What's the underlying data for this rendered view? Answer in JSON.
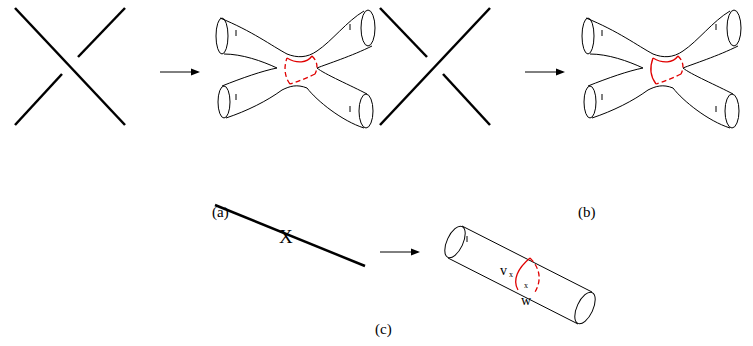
{
  "diagram": {
    "labels": [
      "(a)",
      "(b)",
      "X",
      "v",
      "x",
      "x",
      "w",
      "(c)"
    ]
  }
}
